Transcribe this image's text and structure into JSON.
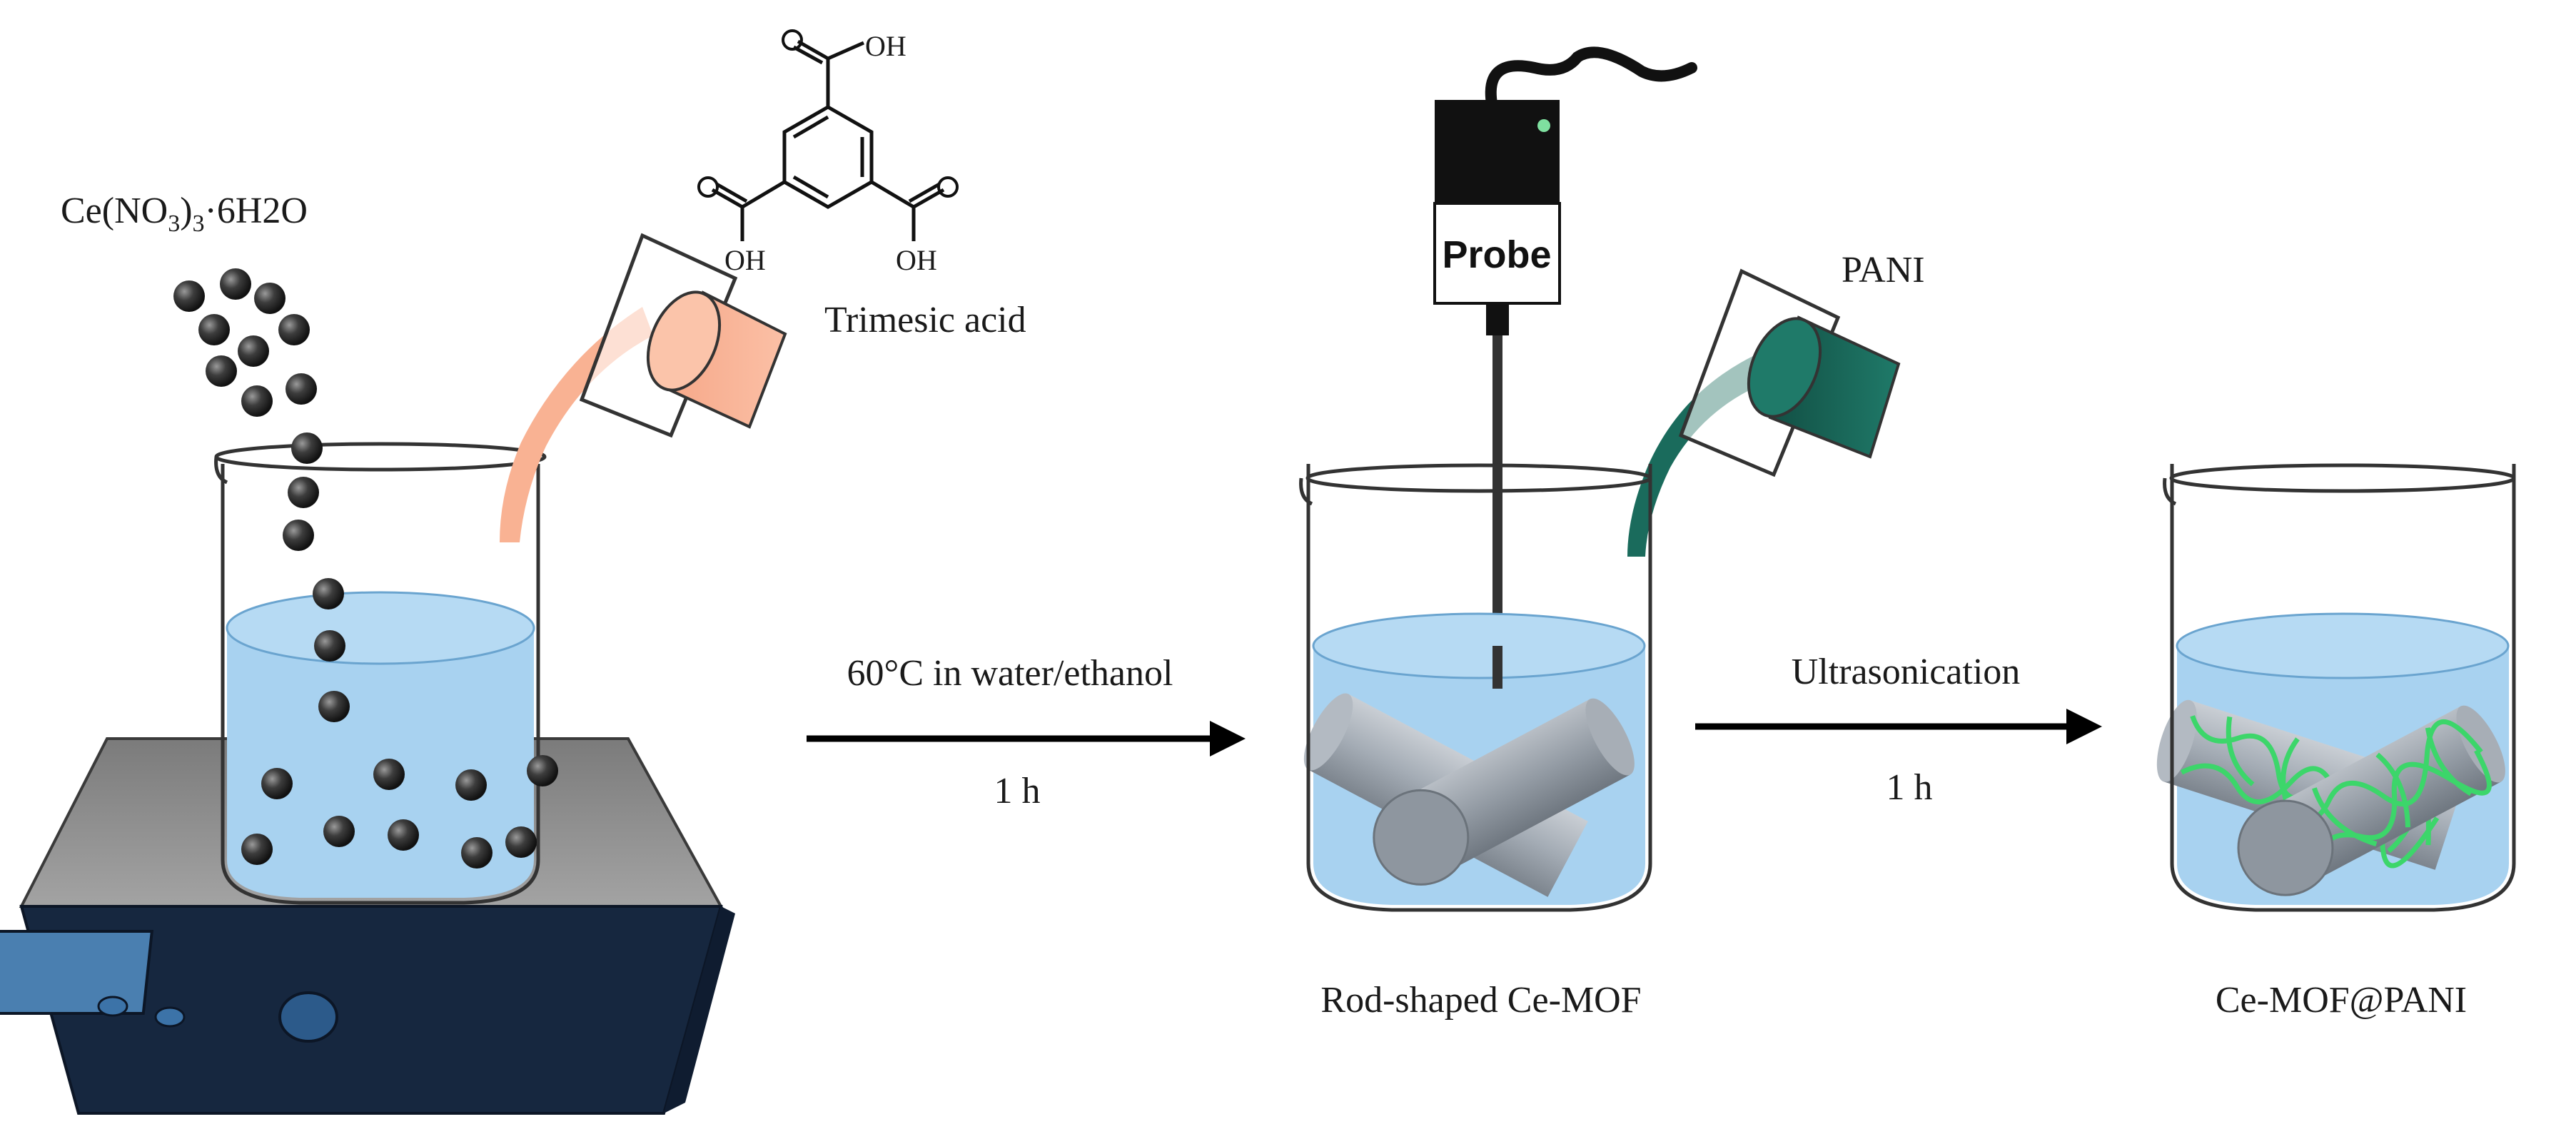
{
  "labels": {
    "cerium_salt": {
      "base": "Ce(NO",
      "sub1": "3",
      "mid": ")",
      "sub2": "3",
      "tail": "·6H2O"
    },
    "trimesic_acid": "Trimesic acid",
    "oh": "OH",
    "probe": "Probe",
    "pani": "PANI",
    "step1_condition": "60°C in water/ethanol",
    "step1_time": "1 h",
    "step2_condition": "Ultrasonication",
    "step2_time": "1 h",
    "product1": "Rod-shaped Ce-MOF",
    "product2": "Ce-MOF@PANI"
  },
  "colors": {
    "water": "#a8d2f0",
    "trimesic_acid": "#f9b293",
    "pani": "#1a6b5c",
    "hotplate": "#16273f",
    "hotplate_display": "#4a7fb0",
    "rod": "#9aa3ad",
    "pani_network": "#3cd66a",
    "probe_body": "#111111",
    "particle": "#3b3b3b"
  }
}
